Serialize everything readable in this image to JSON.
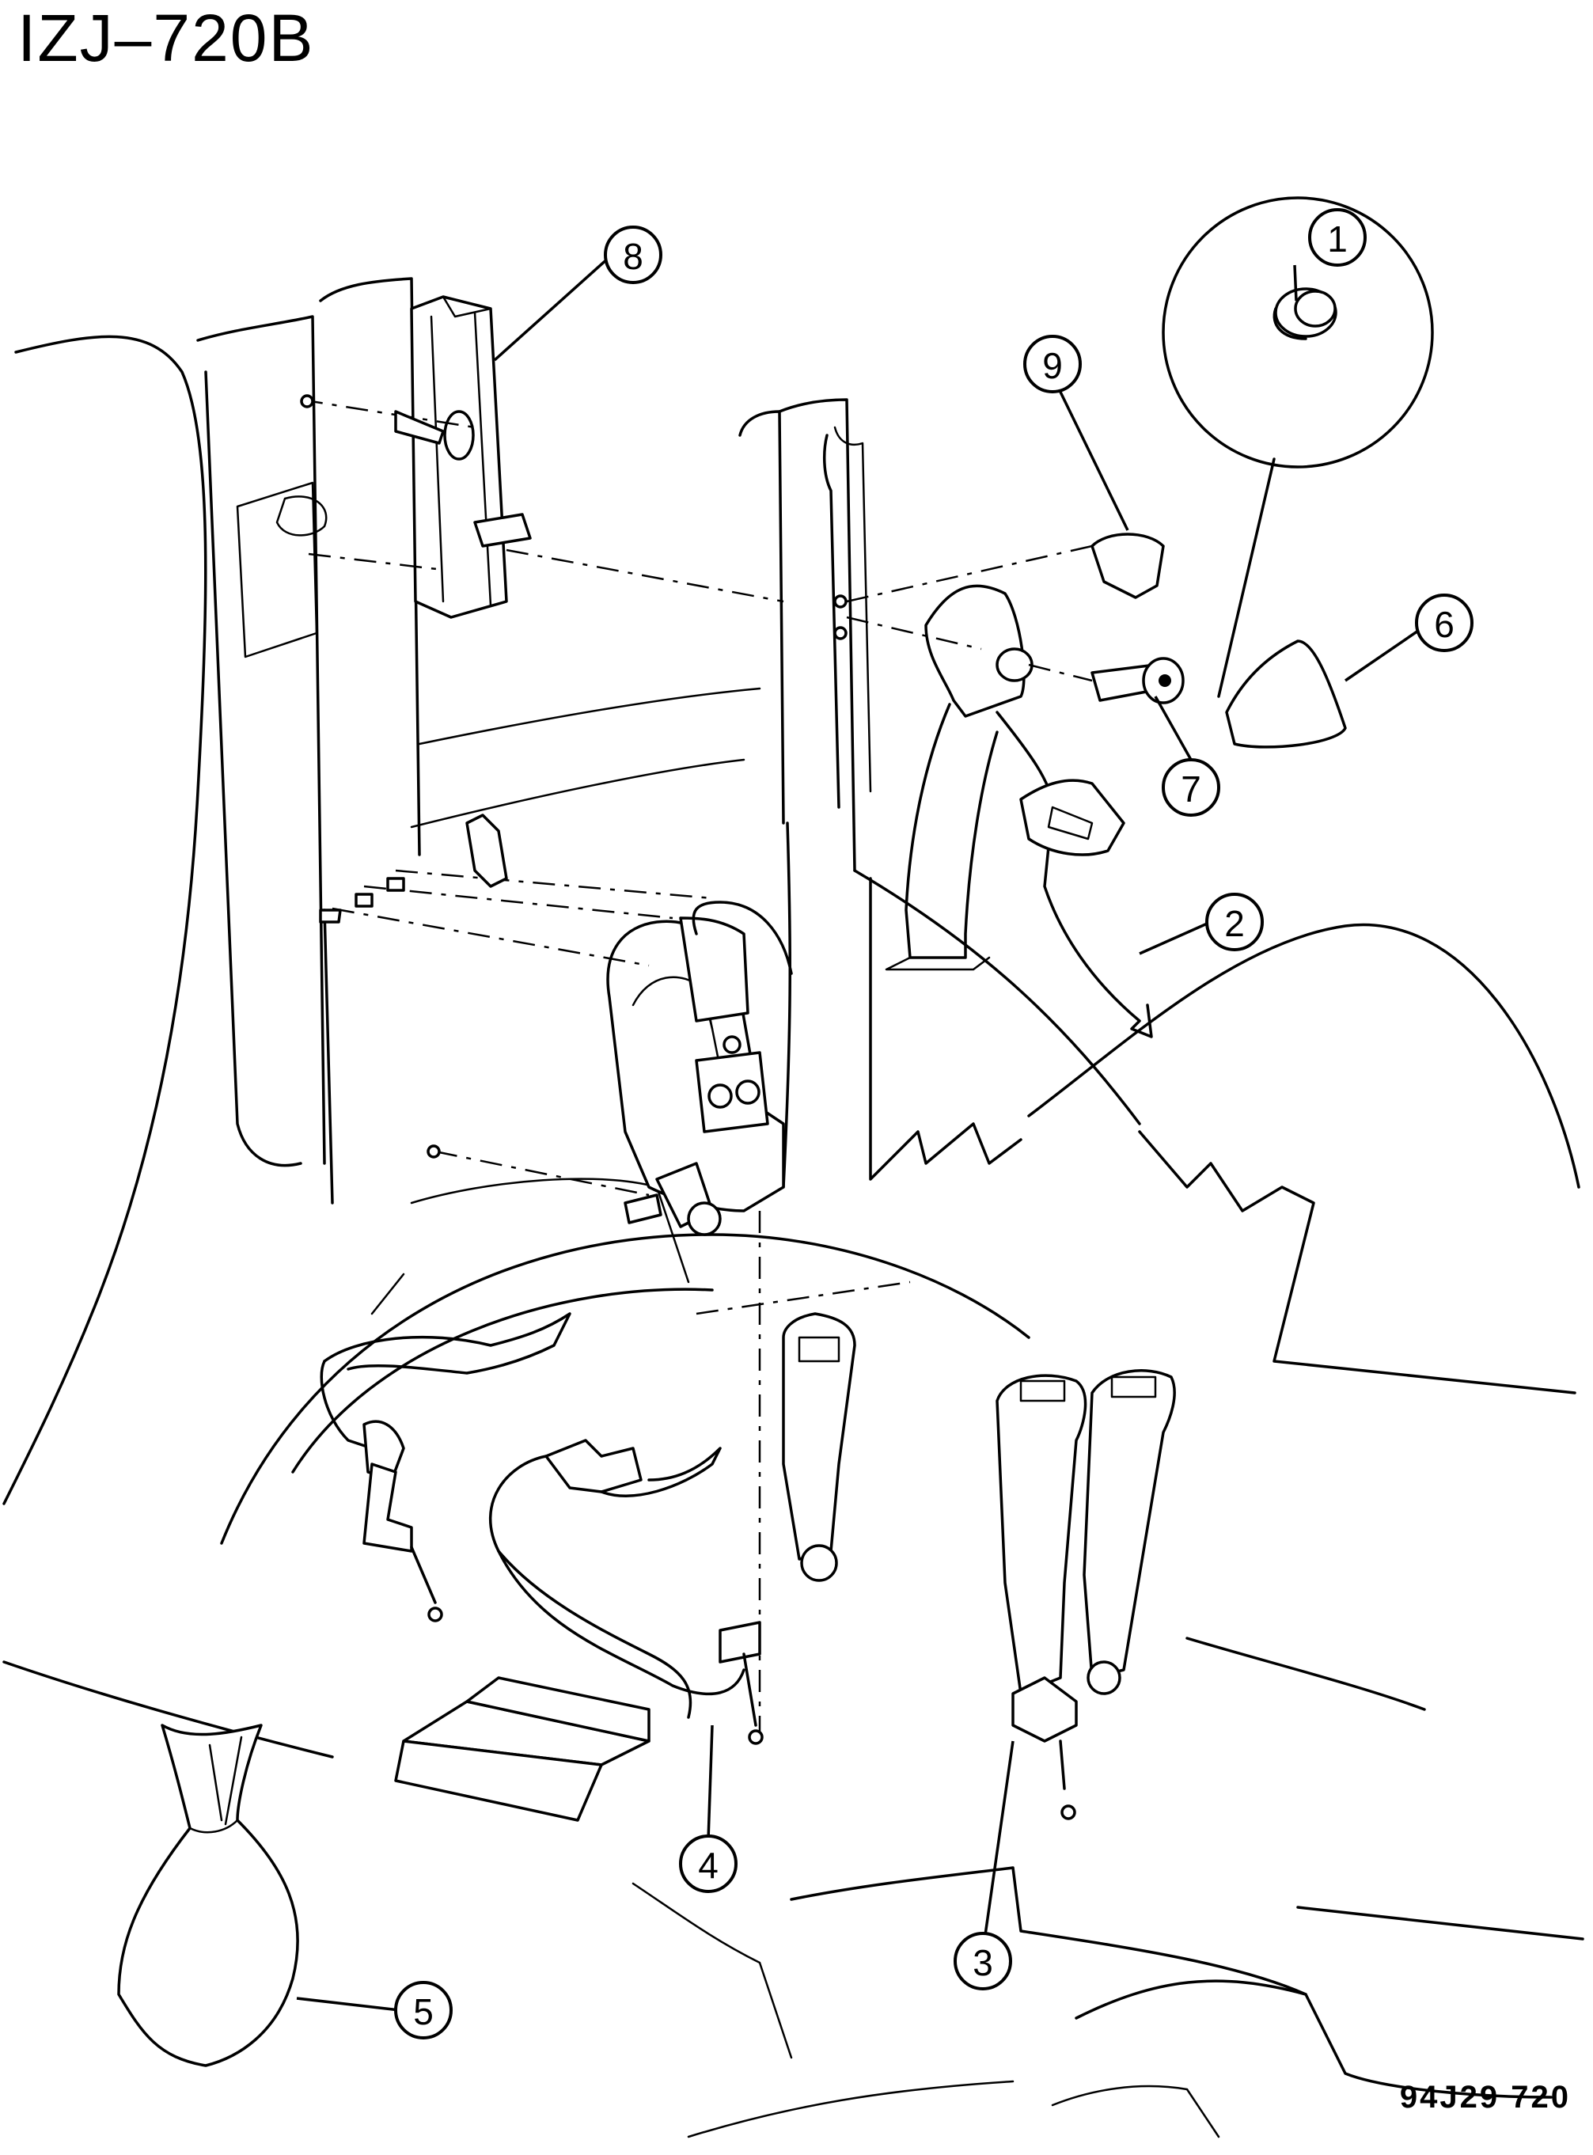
{
  "title": "IZJ–720B",
  "figure_code": "94J29  720",
  "callouts": [
    {
      "id": "1",
      "label": "1"
    },
    {
      "id": "2",
      "label": "2"
    },
    {
      "id": "3",
      "label": "3"
    },
    {
      "id": "4",
      "label": "4"
    },
    {
      "id": "5",
      "label": "5"
    },
    {
      "id": "6",
      "label": "6"
    },
    {
      "id": "7",
      "label": "7"
    },
    {
      "id": "8",
      "label": "8"
    },
    {
      "id": "9",
      "label": "9"
    }
  ]
}
